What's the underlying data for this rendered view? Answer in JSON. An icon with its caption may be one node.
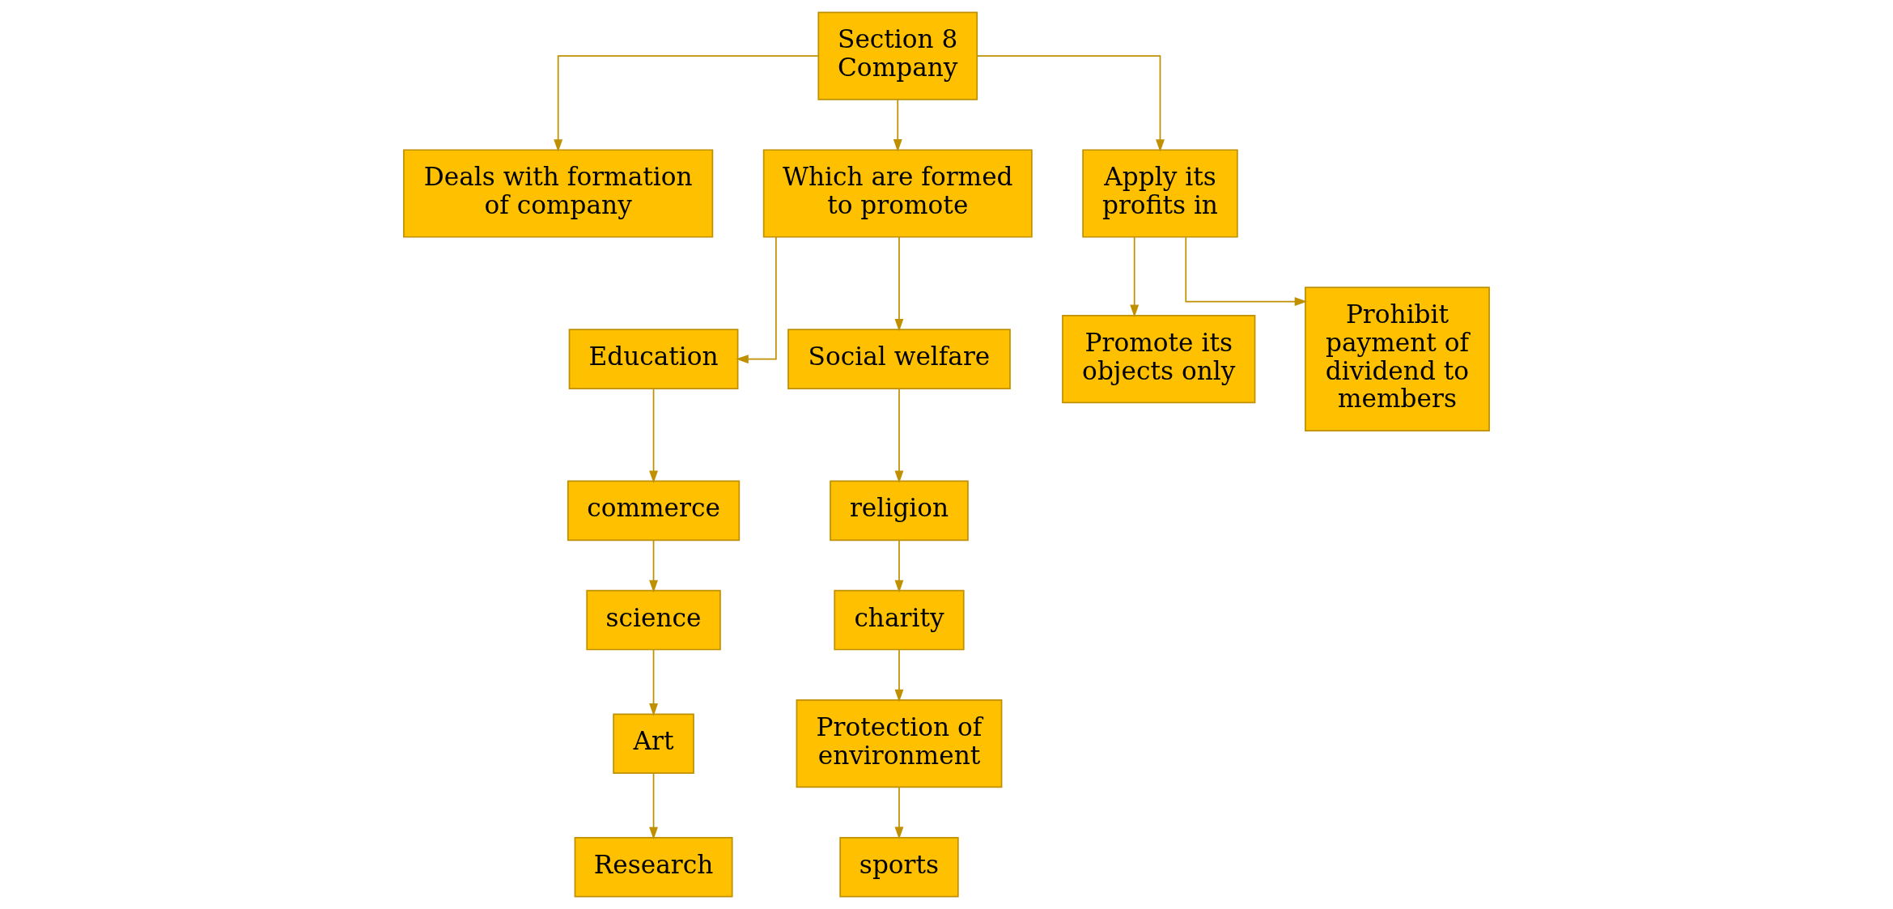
{
  "diagram": {
    "nodes": [
      {
        "text": [
          "Section 8 Company"
        ]
      },
      {
        "text": [
          "Deals with formation of company"
        ]
      },
      {
        "text": [
          "Which are formed to promote"
        ]
      },
      {
        "text": [
          "Apply its profits in"
        ]
      },
      {
        "text": [
          "Education"
        ]
      },
      {
        "text": [
          "commerce"
        ]
      },
      {
        "text": [
          "science"
        ]
      },
      {
        "text": [
          "Art"
        ]
      },
      {
        "text": [
          "Research"
        ]
      },
      {
        "text": [
          "Social welfare"
        ]
      },
      {
        "text": [
          "religion"
        ]
      },
      {
        "text": [
          "charity"
        ]
      },
      {
        "text": [
          "Protection of environment"
        ]
      },
      {
        "text": [
          "sports"
        ]
      },
      {
        "text": [
          "Promote its objects only"
        ]
      },
      {
        "text": [
          "Prohibit payment of dividend to members"
        ]
      }
    ],
    "edges": [
      {
        "from": 0,
        "to": 1,
        "arrow": "to"
      },
      {
        "from": 0,
        "to": 2,
        "arrow": "to"
      },
      {
        "from": 0,
        "to": 3,
        "arrow": "to"
      },
      {
        "from": 2,
        "to": 4,
        "arrow": "to"
      },
      {
        "from": 2,
        "to": 9,
        "arrow": "to"
      },
      {
        "from": 4,
        "to": 5,
        "arrow": "to"
      },
      {
        "from": 5,
        "to": 6,
        "arrow": "to"
      },
      {
        "from": 6,
        "to": 7,
        "arrow": "to"
      },
      {
        "from": 7,
        "to": 8,
        "arrow": "to"
      },
      {
        "from": 9,
        "to": 10,
        "arrow": "to"
      },
      {
        "from": 10,
        "to": 11,
        "arrow": "to"
      },
      {
        "from": 11,
        "to": 12,
        "arrow": "to"
      },
      {
        "from": 12,
        "to": 13,
        "arrow": "to"
      },
      {
        "from": 3,
        "to": 14,
        "arrow": "to"
      },
      {
        "from": 3,
        "to": 15,
        "arrow": "to"
      }
    ]
  }
}
